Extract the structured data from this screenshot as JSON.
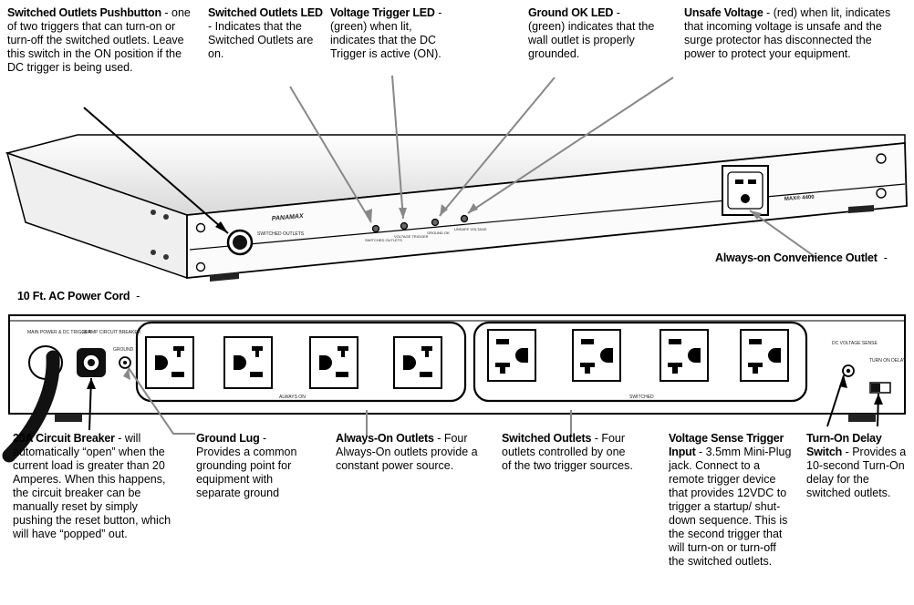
{
  "front_panel": {
    "brand": "PANAMAX",
    "model": "MAX® 4400",
    "led_labels": [
      "SWITCHED OUTLETS",
      "VOLTAGE TRIGGER",
      "GROUND OK",
      "UNSAFE VOLTAGE"
    ],
    "pushbutton_label": "SWITCHED OUTLETS"
  },
  "rear_panel": {
    "cord_label": "MAIN POWER & DC TRIGGER",
    "breaker_label": "20 AMP CIRCUIT BREAKER",
    "ground_label": "GROUND",
    "always_on_group_label": "ALWAYS ON",
    "switched_group_label": "SWITCHED",
    "sense_label": "DC VOLTAGE SENSE",
    "delay_label": "TURN ON DELAY"
  },
  "callouts": {
    "switched_pushbutton": {
      "title": "Switched Outlets Pushbutton",
      "text": "one of two triggers that can turn-on or turn-off the switched outlets. Leave this switch in the ON position if the DC trigger is being used."
    },
    "switched_led": {
      "title": "Switched Outlets LED",
      "text": "Indicates that the Switched Outlets are on."
    },
    "voltage_trigger_led": {
      "title": "Voltage Trigger LED",
      "text": "(green) when lit, indicates that the DC Trigger is active (ON)."
    },
    "ground_ok_led": {
      "title": "Ground OK LED",
      "text": "(green) indicates that the wall outlet is properly grounded."
    },
    "unsafe_voltage": {
      "title": "Unsafe Voltage",
      "text": "(red) when lit, indicates that incoming voltage is unsafe and the surge protector has disconnected the power to protect your equipment."
    },
    "convenience_outlet": {
      "title": "Always-on Convenience Outlet",
      "text": ""
    },
    "power_cord": {
      "title": "10 Ft. AC Power Cord",
      "text": ""
    },
    "circuit_breaker": {
      "title": "20A Circuit Breaker",
      "text": "will automatically “open” when the current load is greater than 20 Amperes. When this happens, the circuit breaker can be manually reset by simply pushing the reset button, which will have “popped” out."
    },
    "ground_lug": {
      "title": "Ground Lug",
      "text": "Provides a common grounding point for equipment with separate ground"
    },
    "always_on_outlets": {
      "title": "Always-On Outlets",
      "text": "Four Always-On outlets provide a constant power source."
    },
    "switched_outlets": {
      "title": "Switched Outlets",
      "text": "Four outlets controlled by one of the two trigger sources."
    },
    "voltage_sense": {
      "title": "Voltage Sense Trigger Input",
      "text": "3.5mm Mini-Plug jack. Connect to a remote trigger device that provides 12VDC to trigger a startup/ shut-down sequence. This is the second trigger that will turn-on or turn-off the switched outlets."
    },
    "turn_on_delay": {
      "title": "Turn-On Delay Switch",
      "text": "Provides a 10-second Turn-On delay for the switched outlets."
    }
  }
}
